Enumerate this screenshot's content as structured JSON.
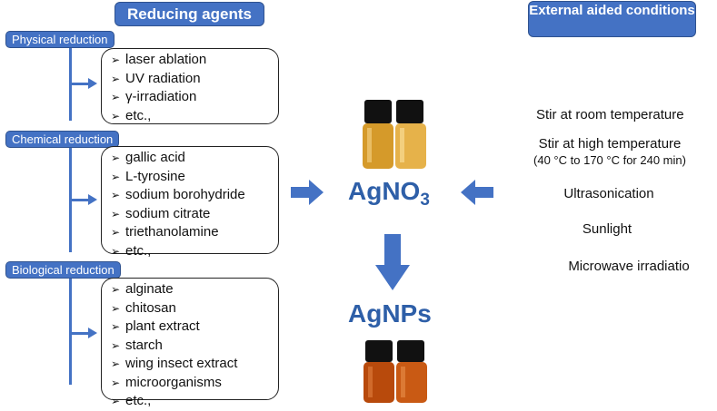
{
  "header": {
    "reducing_agents": "Reducing agents",
    "external_conditions": "External aided conditions"
  },
  "categories": [
    {
      "label": "Physical reduction",
      "items": [
        "laser ablation",
        "UV radiation",
        "γ-irradiation",
        "etc.,"
      ]
    },
    {
      "label": "Chemical reduction",
      "items": [
        "gallic acid",
        "L-tyrosine",
        "sodium borohydride",
        "sodium citrate",
        "triethanolamine",
        "etc.,"
      ]
    },
    {
      "label": "Biological reduction",
      "items": [
        "alginate",
        "chitosan",
        "plant extract",
        "starch",
        "wing insect extract",
        "microorganisms",
        "etc.,"
      ]
    }
  ],
  "bullet": "➢",
  "center": {
    "precursor": "AgNO",
    "precursor_subscript": "3",
    "product": "AgNPs"
  },
  "conditions": [
    {
      "label": "Stir at room temperature"
    },
    {
      "label": "Stir at high temperature",
      "detail": "(40 °C to 170 °C for 240 min)"
    },
    {
      "label": "Ultrasonication"
    },
    {
      "label": "Sunlight"
    },
    {
      "label": "Microwave irradiatio"
    }
  ],
  "colors": {
    "accent": "#4472c4",
    "chem_text": "#2e5fa8",
    "vial_yellow": "#e0a030",
    "vial_orange": "#c9560f"
  }
}
